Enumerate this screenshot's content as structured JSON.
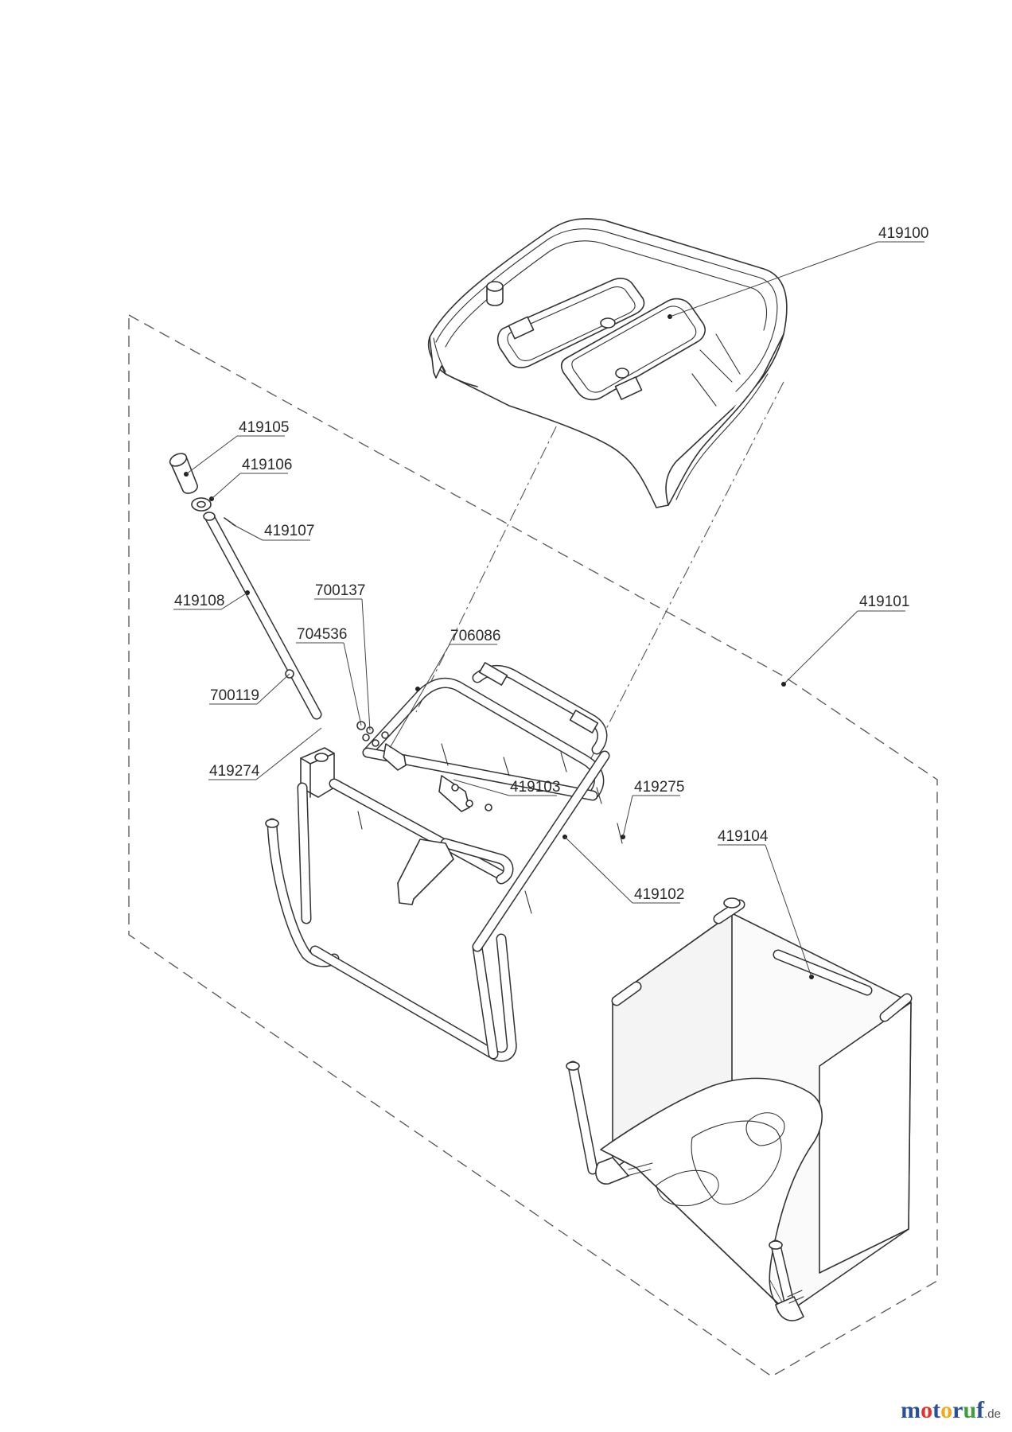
{
  "parts": [
    {
      "id": "hood",
      "label": "419100"
    },
    {
      "id": "frame-outline",
      "label": "419101"
    },
    {
      "id": "lower-frame",
      "label": "419102"
    },
    {
      "id": "upper-frame",
      "label": "419103"
    },
    {
      "id": "grass-bag",
      "label": "419104"
    },
    {
      "id": "handle-grip",
      "label": "419105"
    },
    {
      "id": "handle-knob",
      "label": "419106"
    },
    {
      "id": "handle-pin",
      "label": "419107"
    },
    {
      "id": "handle-rod",
      "label": "419108"
    },
    {
      "id": "handle-bracket",
      "label": "419274"
    },
    {
      "id": "frame-bolt",
      "label": "419275"
    },
    {
      "id": "rod-screw",
      "label": "700119"
    },
    {
      "id": "nut-a",
      "label": "700137"
    },
    {
      "id": "washer",
      "label": "704536"
    },
    {
      "id": "clip",
      "label": "706086"
    }
  ],
  "logo": {
    "parts": [
      {
        "text": "m",
        "color": "#2a4f9c"
      },
      {
        "text": "o",
        "color": "#e2332a"
      },
      {
        "text": "t",
        "color": "#2a4f9c"
      },
      {
        "text": "o",
        "color": "#f2a91c"
      },
      {
        "text": "r",
        "color": "#2a4f9c"
      },
      {
        "text": "u",
        "color": "#3f9d3a"
      },
      {
        "text": "f",
        "color": "#2a4f9c"
      }
    ],
    "suffix": ".de"
  }
}
